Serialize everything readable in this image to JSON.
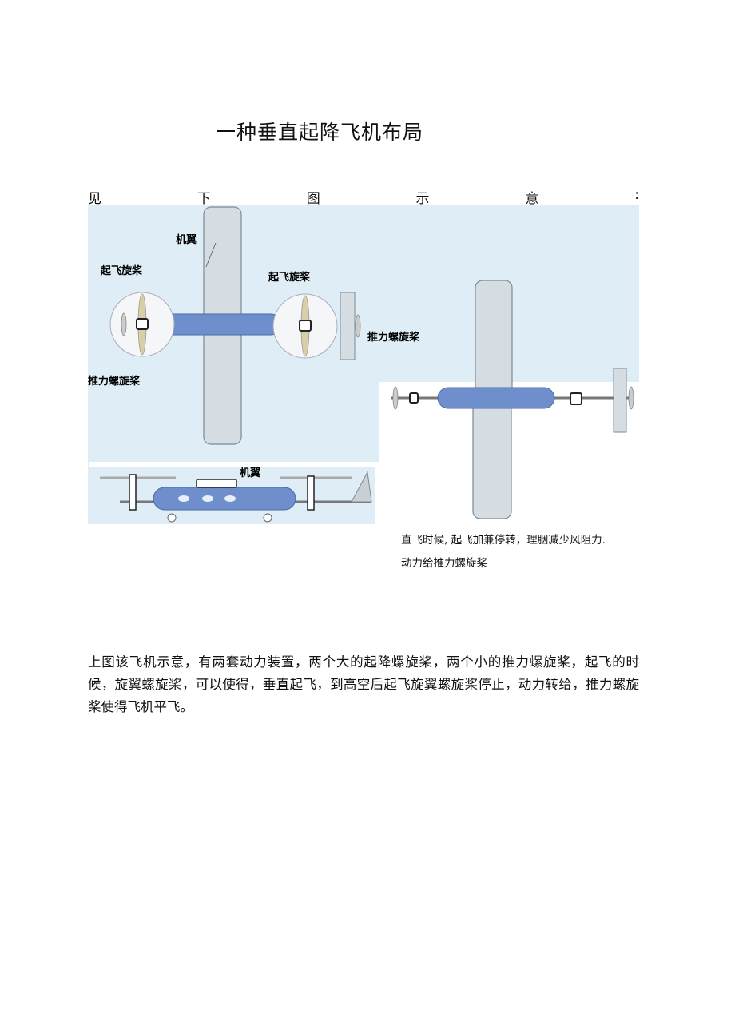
{
  "document": {
    "title": "一种垂直起降飞机布局",
    "intro_chars": [
      "见",
      "下",
      "图",
      "示",
      "意",
      ":"
    ],
    "figure": {
      "labels": {
        "wing_top": "机翼",
        "takeoff_prop_left": "起飞旋桨",
        "takeoff_prop_right": "起飞旋桨",
        "thrust_prop_right": "推力螺旋桨",
        "thrust_prop_left": "推力螺旋桨",
        "wing_side": "机翼"
      }
    },
    "caption_lines": [
      "直飞时候, 起飞加兼停转，理胭减少风阻力.",
      "动力给推力螺旋桨"
    ],
    "paragraph": "上图该飞机示意，有两套动力装置，两个大的起降螺旋桨，两个小的推力螺旋桨，起飞的时候，旋翼螺旋桨，可以使得，垂直起飞，到高空后起飞旋翼螺旋桨停止，动力转给，推力螺旋桨使得飞机平飞。"
  }
}
